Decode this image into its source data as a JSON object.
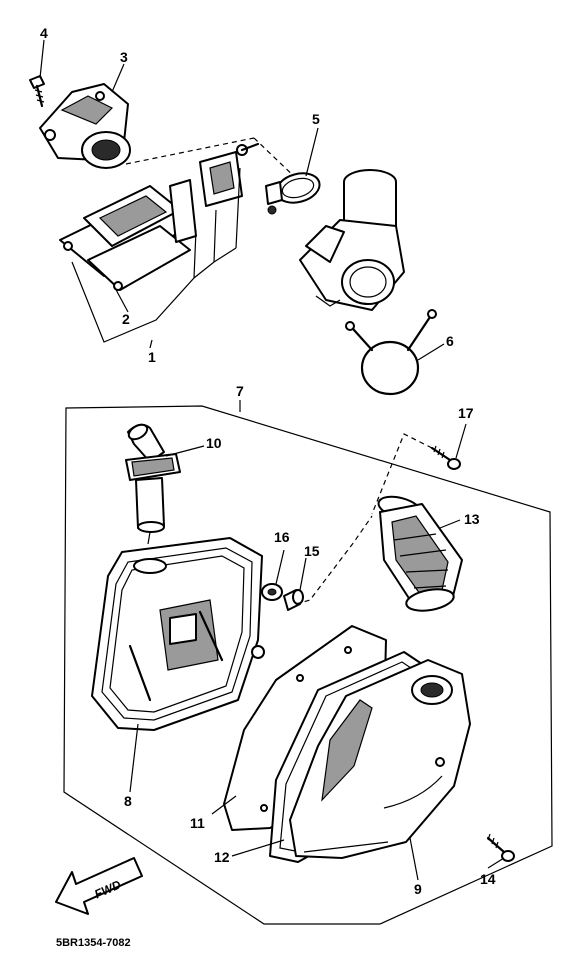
{
  "diagram": {
    "part_labels": [
      "1",
      "2",
      "3",
      "4",
      "5",
      "6",
      "7",
      "8",
      "9",
      "10",
      "11",
      "12",
      "13",
      "14",
      "15",
      "16",
      "17"
    ],
    "forward_arrow_text": "FWD",
    "drawing_code": "5BR1354-7082"
  }
}
